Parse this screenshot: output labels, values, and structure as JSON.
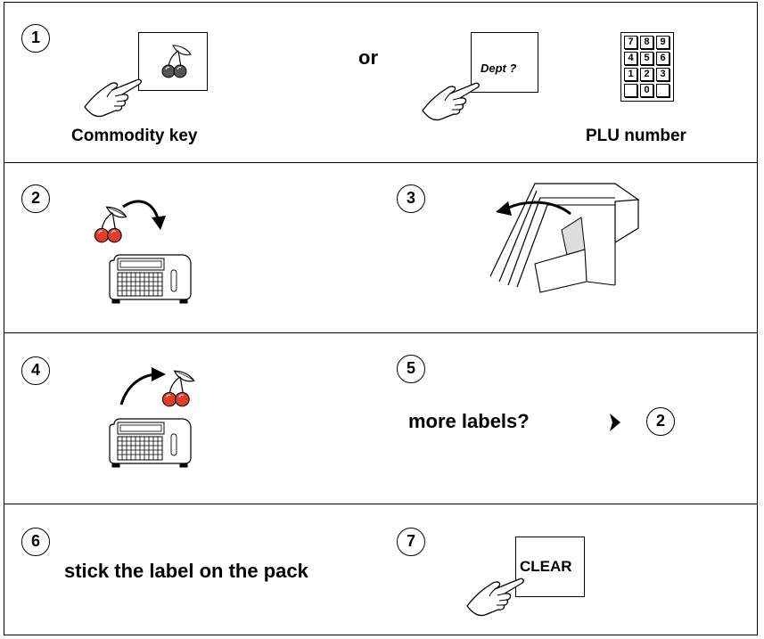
{
  "steps": [
    "1",
    "2",
    "3",
    "4",
    "5",
    "6",
    "7"
  ],
  "row1": {
    "or_label": "or",
    "dept_key_label": "Dept ?",
    "commodity_caption": "Commodity key",
    "plu_caption": "PLU number",
    "keypad": [
      "7",
      "8",
      "9",
      "4",
      "5",
      "6",
      "1",
      "2",
      "3",
      "",
      "0",
      ""
    ]
  },
  "row3": {
    "more_labels": "more labels?",
    "goto_step": "2"
  },
  "row4": {
    "stick_label": "stick the label on the pack",
    "clear_key_label": "CLEAR"
  },
  "icons": [
    "cherry-icon",
    "hand-pointer-icon",
    "scale-icon",
    "label-printer-icon",
    "arrow-right-icon"
  ]
}
